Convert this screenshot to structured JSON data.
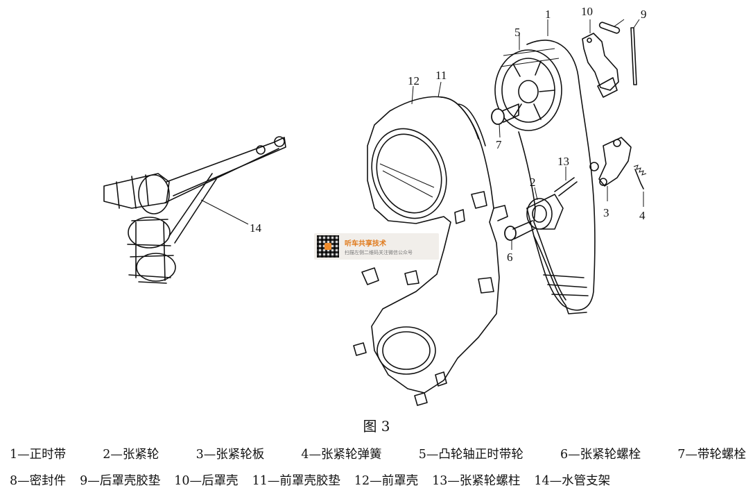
{
  "figure": {
    "title": "图 3"
  },
  "callouts": [
    "1",
    "2",
    "3",
    "4",
    "5",
    "6",
    "7",
    "9",
    "10",
    "11",
    "12",
    "13",
    "14"
  ],
  "legend": {
    "row1": [
      "1—正时带",
      "2—张紧轮",
      "3—张紧轮板",
      "4—张紧轮弹簧",
      "5—凸轮轴正时带轮",
      "6—张紧轮螺栓",
      "7—带轮螺栓"
    ],
    "row2": [
      "8—密封件",
      "9—后罩壳胶垫",
      "10—后罩壳",
      "11—前罩壳胶垫",
      "12—前罩壳",
      "13—张紧轮螺柱",
      "14—水管支架"
    ]
  },
  "watermark": {
    "title": "听车共享技术",
    "subtitle": "扫描左侧二维码关注微信公众号"
  }
}
